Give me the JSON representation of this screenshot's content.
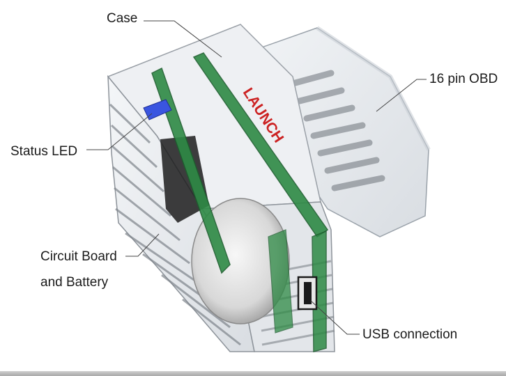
{
  "diagram": {
    "brand_text": "LAUNCH",
    "labels": {
      "case": "Case",
      "obd": "16 pin OBD",
      "status_led": "Status LED",
      "circuit_line1": "Circuit Board",
      "circuit_line2": "and Battery",
      "usb": "USB connection"
    },
    "colors": {
      "led": "#3a55e0",
      "board": "#2e8a45",
      "brand": "#cc2222"
    }
  }
}
